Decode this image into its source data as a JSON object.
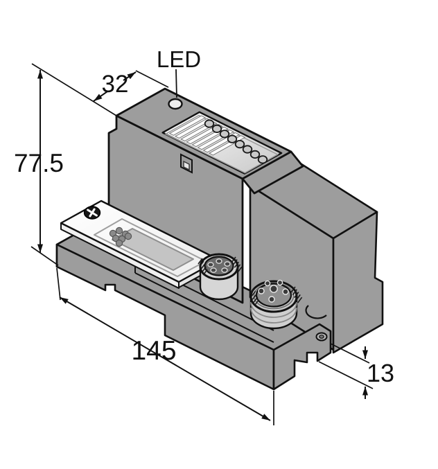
{
  "figure": {
    "type": "technical-dimension-drawing",
    "subject": "fieldbus I/O module, isometric view",
    "units_shown": "mm"
  },
  "annotations": {
    "led_label": "LED",
    "top_width": "32",
    "height": "77.5",
    "length": "145",
    "rail_offset": "13"
  },
  "module": {
    "top_led_count": 1,
    "label_window": {
      "strip_count": 8,
      "led_count": 8
    },
    "connector_female": {
      "style": "M12 socket",
      "hole_count": 5
    },
    "connector_male": {
      "style": "M12 pins",
      "pin_count": 6
    },
    "label_plate": {
      "screw_count": 1,
      "window_dot_count": 7
    }
  },
  "colors": {
    "background": "#ffffff",
    "body": "#9d9d9d",
    "outline": "#111111",
    "label_window_bg": "#d6d6d6",
    "label_strip": "#ffffff",
    "label_led": "#c9c9c9",
    "plate": "#fafafa",
    "plate_window": "#c4c4c4",
    "connector_body": "#d6d6d6",
    "connector_face_female": "#6b6b6b",
    "connector_face_male": "#8f8f8f",
    "pin": "#3a3a3a",
    "dimension": "#111111"
  }
}
